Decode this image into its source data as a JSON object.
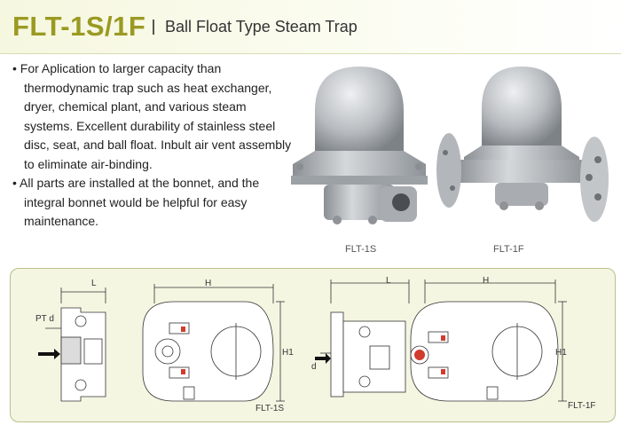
{
  "header": {
    "model": "FLT-1S/1F",
    "separator": "|",
    "subtitle": "Ball Float Type Steam Trap"
  },
  "description": [
    "For Aplication to larger capacity than thermodynamic trap such as heat exchanger, dryer, chemical plant, and various steam systems. Excellent durability of stainless steel disc, seat, and ball float. Inbult air vent assembly to eliminate air-binding.",
    "All parts are installed at the bonnet, and the integral bonnet would be helpful for easy maintenance."
  ],
  "photos": {
    "left_caption": "FLT-1S",
    "right_caption": "FLT-1F"
  },
  "drawings": {
    "left": {
      "caption": "FLT-1S",
      "dim_l": "L",
      "dim_h": "H",
      "dim_h1": "H1",
      "inlet_label": "PT d"
    },
    "right": {
      "caption": "FLT-1F",
      "dim_l": "L",
      "dim_h": "H",
      "dim_h1": "H1",
      "inlet_label": "d"
    }
  },
  "colors": {
    "title": "#9a9a22",
    "panel_bg": "#f4f6e2",
    "panel_border": "#b9c08a",
    "body_metal": "#b9bcbf"
  }
}
